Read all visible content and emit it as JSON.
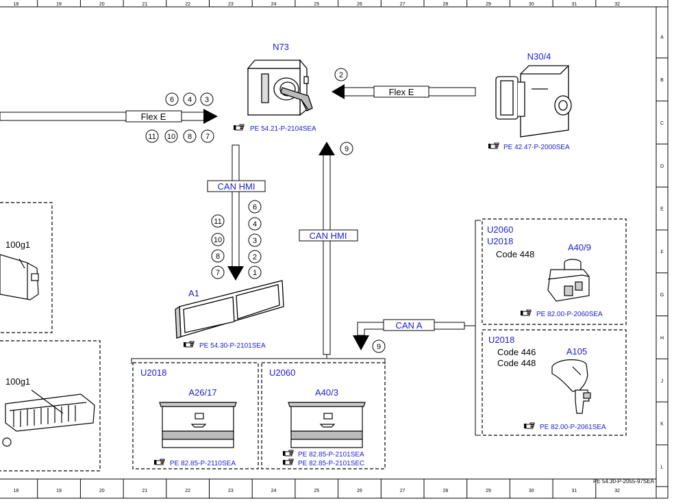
{
  "ruler": {
    "columns": [
      "18",
      "19",
      "20",
      "21",
      "22",
      "23",
      "24",
      "25",
      "26",
      "27",
      "28",
      "29",
      "30",
      "31",
      "32"
    ],
    "rows": [
      "A",
      "B",
      "C",
      "D",
      "E",
      "F",
      "G",
      "H",
      "J",
      "K",
      "L"
    ]
  },
  "components": {
    "n73": {
      "label": "N73",
      "ref": "PE 54.21-P-2104SEA"
    },
    "n30_4": {
      "label": "N30/4",
      "ref": "PE 42.47-P-2000SEA"
    },
    "a1": {
      "label": "A1",
      "ref": "PE 54.30-P-2101SEA"
    },
    "a26_17": {
      "label": "A26/17",
      "ref": "PE 82.85-P-2110SEA"
    },
    "a40_3": {
      "label": "A40/3",
      "ref1": "PE 82.85-P-2101SEA",
      "ref2": "PE 82.85-P-2101SEC"
    },
    "a40_9": {
      "label": "A40/9",
      "ref": "PE 82.00-P-2060SEA"
    },
    "a105": {
      "label": "A105",
      "ref": "PE 82.00-P-2061SEA"
    },
    "left1": {
      "label": "100g1"
    },
    "left2": {
      "label": "100g1"
    }
  },
  "variants": {
    "box_a26": {
      "code": "U2018"
    },
    "box_a40_3": {
      "code": "U2060"
    },
    "box_a40_9": {
      "code1": "U2060",
      "code2": "U2018",
      "note": "Code 448"
    },
    "box_a105": {
      "code": "U2018",
      "note1": "Code 446",
      "note2": "Code 448"
    }
  },
  "buses": {
    "flex_left": "Flex E",
    "flex_right": "Flex E",
    "can_hmi_down": "CAN HMI",
    "can_hmi_up": "CAN HMI",
    "can_a": "CAN A"
  },
  "signals": {
    "flex_top": [
      "6",
      "4",
      "3"
    ],
    "flex_bottom": [
      "11",
      "10",
      "8",
      "7"
    ],
    "n30_to_n73": "2",
    "can_up": "9",
    "can_down_right": [
      "6",
      "4",
      "3",
      "2",
      "1"
    ],
    "can_down_left": [
      "11",
      "10",
      "8",
      "7"
    ],
    "can_a": "9"
  },
  "doc_number": "PE 54.30-P-2055-97SEA"
}
